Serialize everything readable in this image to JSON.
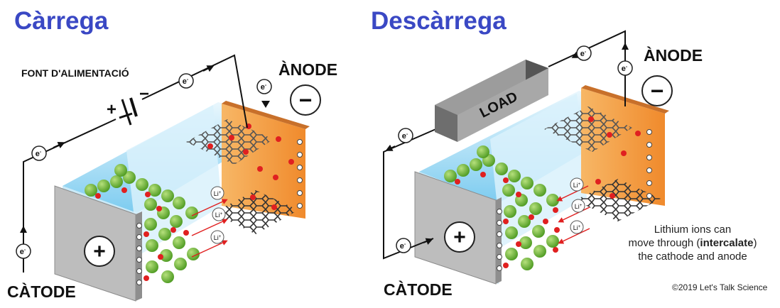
{
  "charge": {
    "title": "Càrrega",
    "power_supply_label": "FONT D'ALIMENTACIÓ",
    "anode_label": "ÀNODE",
    "cathode_label": "CÀTODE",
    "plus_sign": "+",
    "minus_sign": "−",
    "battery_plus": "+",
    "battery_minus": "−"
  },
  "discharge": {
    "title": "Descàrrega",
    "anode_label": "ÀNODE",
    "cathode_label": "CÀTODE",
    "load_label": "LOAD",
    "plus_sign": "+",
    "minus_sign": "−"
  },
  "electron_symbol": "e",
  "electron_sup": "-",
  "lithium_symbol": "Li",
  "lithium_sup": "+",
  "note": {
    "line1": "Lithium ions can",
    "line2_pre": "move through (",
    "line2_bold": "intercalate",
    "line2_post": ")",
    "line3": "the cathode and anode"
  },
  "copyright": "©2019 Let's Talk Science",
  "colors": {
    "title": "#3a48c4",
    "anode": "#f4a04a",
    "cathode_plate": "#b9b9b9",
    "electrolyte": "#bfe6f7",
    "lithium": "#e02020",
    "cathode_particle": "#7cc242"
  }
}
